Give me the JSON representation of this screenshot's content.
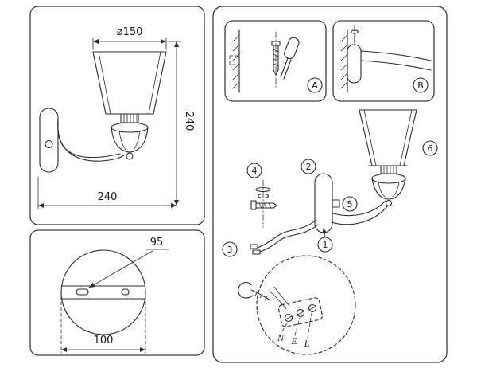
{
  "style": {
    "ink": "#2a2a2a",
    "background": "#ffffff"
  },
  "dimensions_panel": {
    "diameter": "ø150",
    "height": "240",
    "width": "240"
  },
  "plate_panel": {
    "slot_offset": "95",
    "plate_width": "100"
  },
  "install_panel": {
    "step_a": "A",
    "step_b": "B",
    "callouts": {
      "c1": "1",
      "c2": "2",
      "c3": "3",
      "c4": "4",
      "c5": "5",
      "c6": "6"
    },
    "terminals": {
      "n": "N",
      "e": "E",
      "l": "L"
    }
  }
}
